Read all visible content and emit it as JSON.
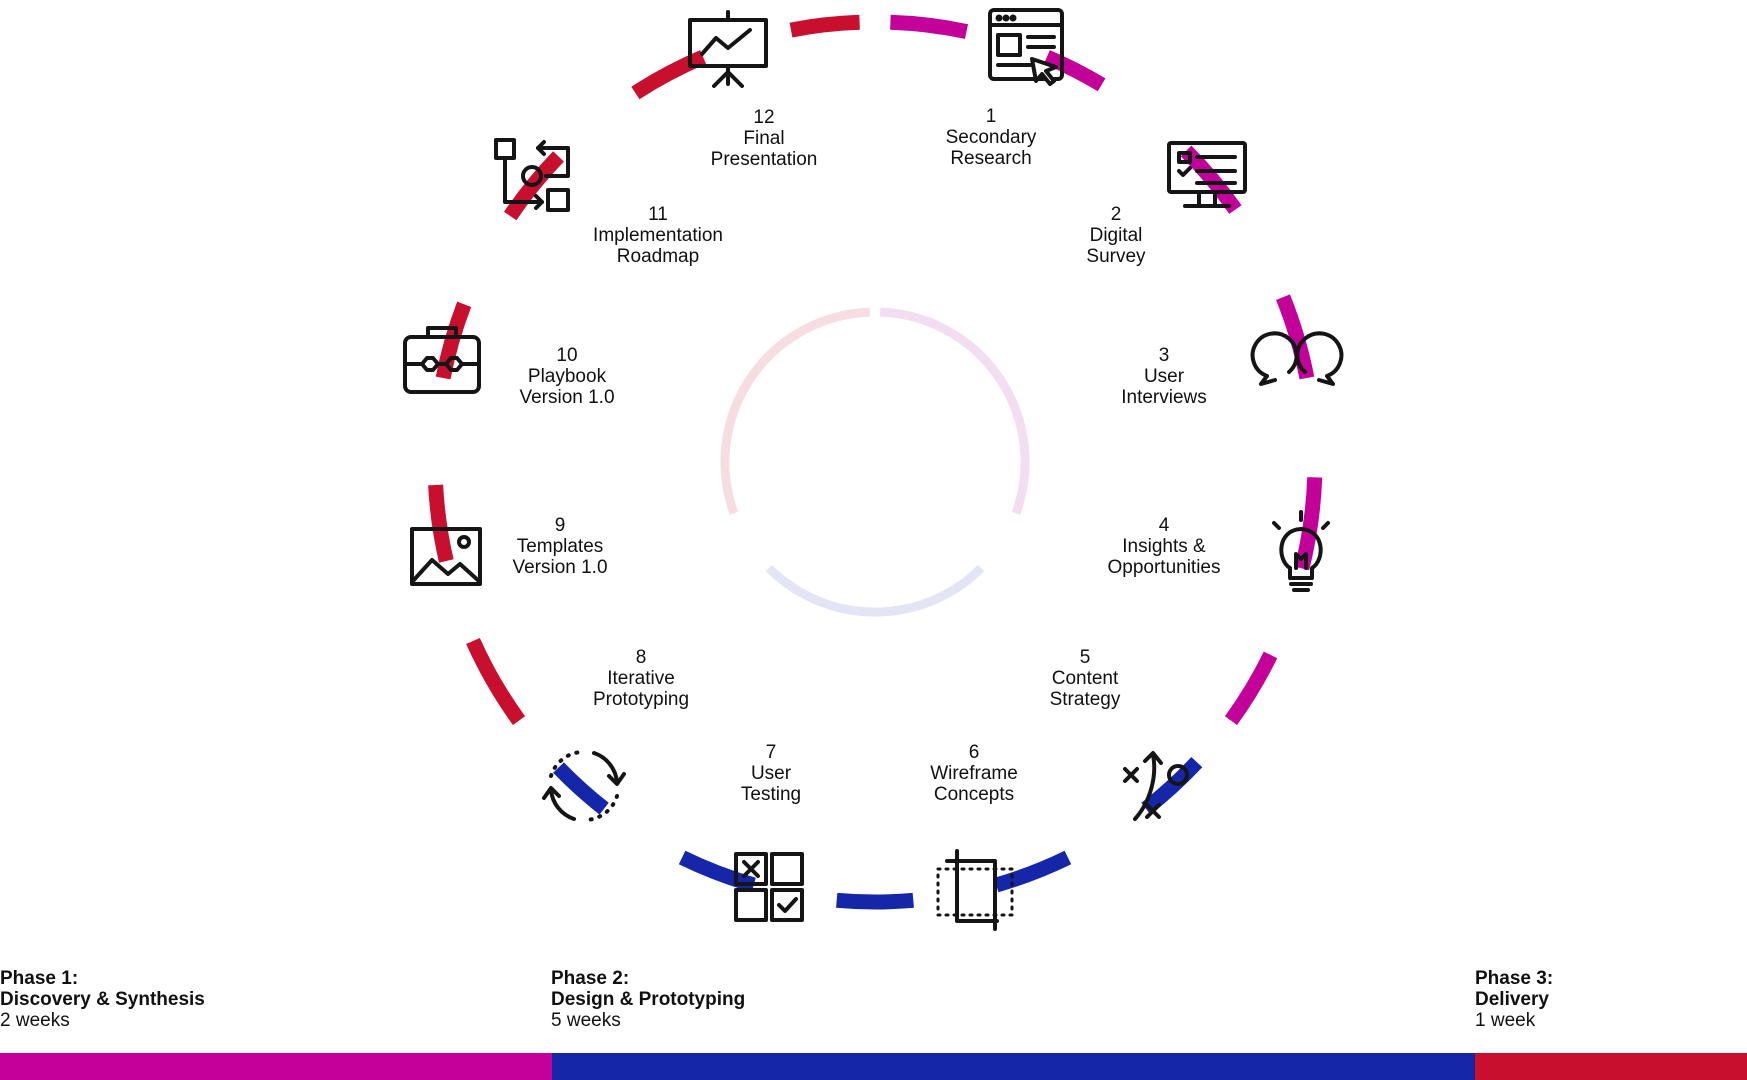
{
  "colors": {
    "phase1": "#C4009A",
    "phase2": "#1526A8",
    "phase3": "#C8102E",
    "icon": "#151515",
    "inner_phase1": "#F3DDF0",
    "inner_phase2": "#E3E5F5",
    "inner_phase3": "#F6DDE1"
  },
  "steps": [
    {
      "number": "1",
      "lines": [
        "Secondary",
        "Research"
      ],
      "icon": "browser-cursor-icon",
      "phase": 1
    },
    {
      "number": "2",
      "lines": [
        "Digital",
        "Survey"
      ],
      "icon": "monitor-checklist-icon",
      "phase": 1
    },
    {
      "number": "3",
      "lines": [
        "User",
        "Interviews"
      ],
      "icon": "speech-bubbles-icon",
      "phase": 1
    },
    {
      "number": "4",
      "lines": [
        "Insights &",
        "Opportunities"
      ],
      "icon": "lightbulb-icon",
      "phase": 1
    },
    {
      "number": "5",
      "lines": [
        "Content",
        "Strategy"
      ],
      "icon": "strategy-play-icon",
      "phase": 2
    },
    {
      "number": "6",
      "lines": [
        "Wireframe",
        "Concepts"
      ],
      "icon": "crop-frame-icon",
      "phase": 2
    },
    {
      "number": "7",
      "lines": [
        "User",
        "Testing"
      ],
      "icon": "checkbox-grid-icon",
      "phase": 2
    },
    {
      "number": "8",
      "lines": [
        "Iterative",
        "Prototyping"
      ],
      "icon": "cycle-arrows-icon",
      "phase": 2
    },
    {
      "number": "9",
      "lines": [
        "Templates",
        "Version 1.0"
      ],
      "icon": "image-icon",
      "phase": 3
    },
    {
      "number": "10",
      "lines": [
        "Playbook",
        "Version 1.0"
      ],
      "icon": "toolbox-icon",
      "phase": 3
    },
    {
      "number": "11",
      "lines": [
        "Implementation",
        "Roadmap"
      ],
      "icon": "flow-process-icon",
      "phase": 3
    },
    {
      "number": "12",
      "lines": [
        "Final",
        "Presentation"
      ],
      "icon": "presentation-board-icon",
      "phase": 3
    }
  ],
  "phases": [
    {
      "title": "Phase 1:",
      "name": "Discovery & Synthesis",
      "duration": "2 weeks",
      "color": "#C4009A"
    },
    {
      "title": "Phase 2:",
      "name": "Design & Prototyping",
      "duration": "5 weeks",
      "color": "#1526A8"
    },
    {
      "title": "Phase 3:",
      "name": "Delivery",
      "duration": "1 week",
      "color": "#C8102E"
    }
  ]
}
